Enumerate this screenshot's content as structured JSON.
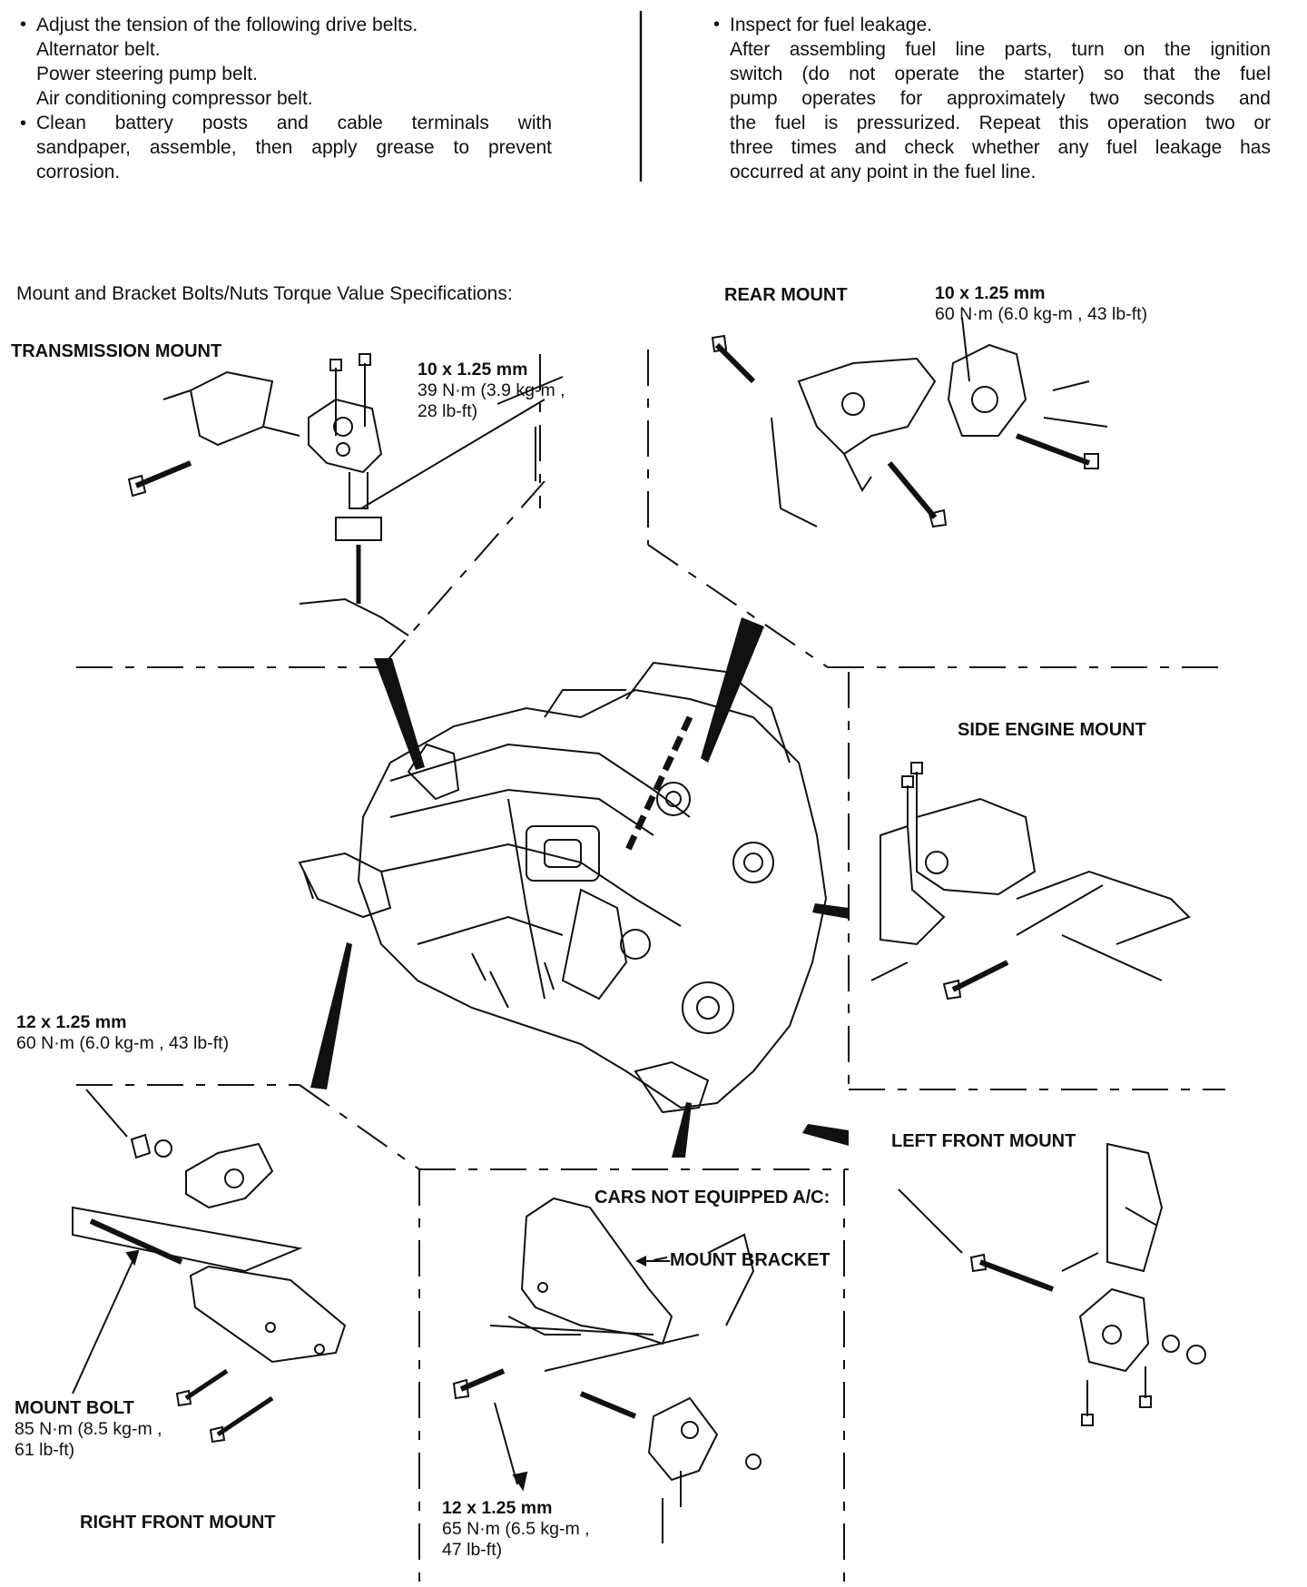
{
  "left_notes": {
    "bullet1_title": "Adjust the tension of the following drive belts.",
    "belts": [
      "Alternator belt.",
      "Power steering pump belt.",
      "Air conditioning compressor belt."
    ],
    "bullet2_lines": [
      "Clean battery posts and cable terminals with",
      "sandpaper, assemble, then apply grease to prevent",
      "corrosion."
    ]
  },
  "right_notes": {
    "bullet_title": "Inspect for fuel leakage.",
    "lines": [
      "After assembling fuel line parts, turn on the ignition",
      "switch (do not operate the starter) so that the fuel",
      "pump operates for approximately two seconds and",
      "the fuel is pressurized. Repeat this operation two or",
      "three times and check whether any fuel leakage has",
      "occurred at any point in the fuel line."
    ]
  },
  "heading": "Mount and Bracket Bolts/Nuts Torque Value Specifications:",
  "mounts": {
    "transmission": {
      "label": "TRANSMISSION MOUNT",
      "size": "10 x 1.25 mm",
      "torque_lines": [
        "39 N·m (3.9 kg-m ,",
        "28 lb-ft)"
      ]
    },
    "rear": {
      "label": "REAR MOUNT",
      "size": "10 x 1.25 mm",
      "torque_lines": [
        "60 N·m (6.0 kg-m , 43 lb-ft)"
      ]
    },
    "side_engine": {
      "label": "SIDE ENGINE MOUNT"
    },
    "right_front": {
      "label": "RIGHT FRONT MOUNT",
      "size": "12 x 1.25 mm",
      "torque_lines": [
        "60 N·m (6.0 kg-m , 43 lb-ft)"
      ],
      "bolt_label": "MOUNT BOLT",
      "bolt_torque_lines": [
        "85 N·m (8.5 kg-m ,",
        "61 lb-ft)"
      ]
    },
    "cars_not_ac": {
      "label": "CARS NOT EQUIPPED A/C:",
      "bracket_label": "MOUNT BRACKET",
      "size": "12 x 1.25 mm",
      "torque_lines": [
        "65 N·m (6.5 kg-m ,",
        "47 lb-ft)"
      ]
    },
    "left_front": {
      "label": "LEFT FRONT MOUNT"
    }
  },
  "bullet_glyph": "•"
}
